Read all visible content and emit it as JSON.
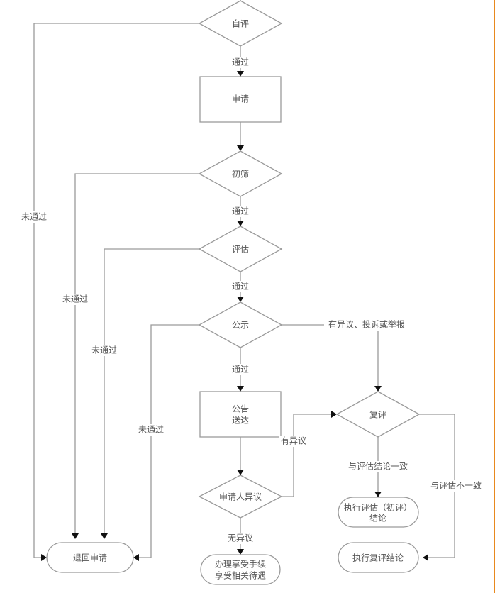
{
  "diagram": {
    "type": "flowchart",
    "nodes": {
      "self_eval": {
        "label": "自评",
        "shape": "decision"
      },
      "apply": {
        "label": "申请",
        "shape": "process"
      },
      "prescreen": {
        "label": "初筛",
        "shape": "decision"
      },
      "assess": {
        "label": "评估",
        "shape": "decision"
      },
      "publicize": {
        "label": "公示",
        "shape": "decision"
      },
      "notice": {
        "label_lines": [
          "公告",
          "送达"
        ],
        "shape": "process"
      },
      "applicant_objection": {
        "label": "申请人异议",
        "shape": "decision"
      },
      "handle_benefits": {
        "label_lines": [
          "办理享受手续",
          "享受相关待遇"
        ],
        "shape": "terminal"
      },
      "review": {
        "label": "复评",
        "shape": "decision"
      },
      "execute_assessment": {
        "label_lines": [
          "执行评估（初评）",
          "结论"
        ],
        "shape": "terminal"
      },
      "execute_review": {
        "label": "执行复评结论",
        "shape": "terminal"
      },
      "return_application": {
        "label": "退回申请",
        "shape": "terminal"
      }
    },
    "edges": {
      "self_eval_pass": {
        "from": "self_eval",
        "to": "apply",
        "label": "通过"
      },
      "self_eval_fail": {
        "from": "self_eval",
        "to": "return_application",
        "label": "未通过"
      },
      "apply_to_prescreen": {
        "from": "apply",
        "to": "prescreen",
        "label": ""
      },
      "prescreen_pass": {
        "from": "prescreen",
        "to": "assess",
        "label": "通过"
      },
      "prescreen_fail": {
        "from": "prescreen",
        "to": "return_application",
        "label": "未通过"
      },
      "assess_pass": {
        "from": "assess",
        "to": "publicize",
        "label": "通过"
      },
      "assess_fail": {
        "from": "assess",
        "to": "return_application",
        "label": "未通过"
      },
      "publicize_pass": {
        "from": "publicize",
        "to": "notice",
        "label": "通过"
      },
      "publicize_fail": {
        "from": "publicize",
        "to": "return_application",
        "label": "未通过"
      },
      "publicize_objection": {
        "from": "publicize",
        "to": "review",
        "label": "有异议、投诉或举报"
      },
      "notice_to_objection": {
        "from": "notice",
        "to": "applicant_objection",
        "label": ""
      },
      "objection_yes": {
        "from": "applicant_objection",
        "to": "review",
        "label": "有异议"
      },
      "objection_no": {
        "from": "applicant_objection",
        "to": "handle_benefits",
        "label": "无异议"
      },
      "review_consistent": {
        "from": "review",
        "to": "execute_assessment",
        "label": "与评估结论一致"
      },
      "review_inconsistent": {
        "from": "review",
        "to": "execute_review",
        "label": "与评估不一致"
      }
    }
  },
  "colors": {
    "stroke": "#9a9a9a",
    "arrow": "#111111",
    "text": "#555555",
    "frame_accent": "#e8891e"
  }
}
